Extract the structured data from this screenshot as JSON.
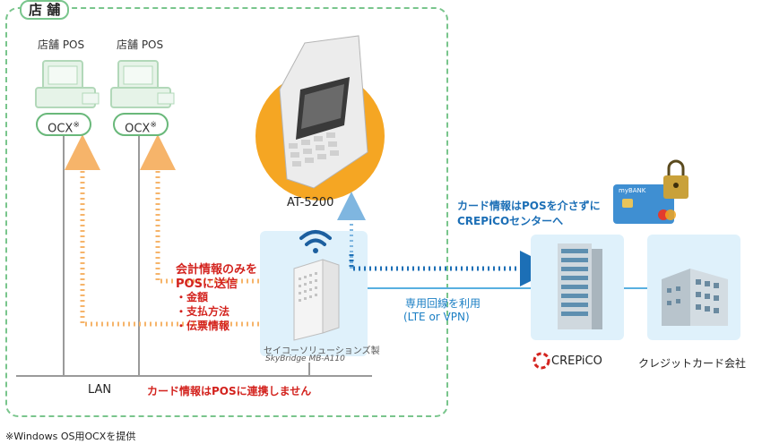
{
  "store": {
    "label": "店 舗"
  },
  "pos": [
    {
      "label": "店舗 POS",
      "ocx": "OCX",
      "ocx_mark": "※"
    },
    {
      "label": "店舗 POS",
      "ocx": "OCX",
      "ocx_mark": "※"
    }
  ],
  "terminal": {
    "label": "AT-5200"
  },
  "router": {
    "maker": "セイコーソリューションズ製",
    "model": "SkyBridge MB-A110"
  },
  "notes": {
    "accounting_line1": "会計情報のみを",
    "accounting_line2": "POSに送信",
    "items": [
      "・金額",
      "・支払方法",
      "・伝票情報"
    ],
    "card_not_linked": "カード情報はPOSに連携しません",
    "card_direct_line1": "カード情報はPOSを介さずに",
    "card_direct_line2": "CREPiCOセンターへ",
    "network_line1": "専用回線を利用",
    "network_line2": "(LTE or VPN)"
  },
  "lan": {
    "label": "LAN"
  },
  "crepico": {
    "label": "CREPiCO"
  },
  "credit": {
    "label": "クレジットカード会社"
  },
  "card": {
    "bank": "myBANK"
  },
  "footnote": "※Windows OS用OCXを提供",
  "colors": {
    "orange": "#f6b46a",
    "blue": "#1c6fb6",
    "green": "#79c58c",
    "red": "#d3231e",
    "panel": "#dff1fb"
  }
}
